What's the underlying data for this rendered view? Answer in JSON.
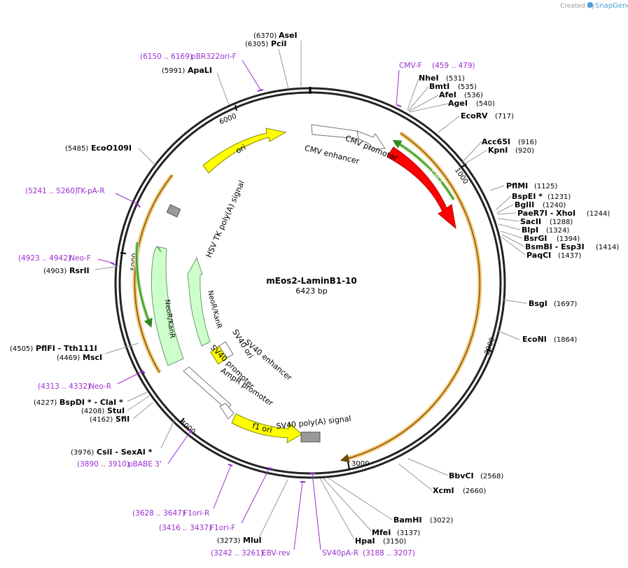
{
  "credit": {
    "prefix": "Created by",
    "brand": "SnapGene"
  },
  "plasmid": {
    "name": "mEos2-LaminB1-10",
    "length": "6423 bp"
  },
  "ticks": [
    "1000",
    "2000",
    "3000",
    "4000",
    "5000",
    "6000"
  ],
  "sites": [
    {
      "name": "AseI",
      "pos": "(6370)"
    },
    {
      "name": "PciI",
      "pos": "(6305)"
    },
    {
      "name": "ApaLI",
      "pos": "(5991)"
    },
    {
      "name": "EcoO109I",
      "pos": "(5485)"
    },
    {
      "name": "RsrII",
      "pos": "(4903)"
    },
    {
      "name": "PflFI - Tth111I",
      "pos": "(4505)"
    },
    {
      "name": "MscI",
      "pos": "(4469)"
    },
    {
      "name": "BspDI * - ClaI *",
      "pos": "(4227)"
    },
    {
      "name": "StuI",
      "pos": "(4208)"
    },
    {
      "name": "SfiI",
      "pos": "(4162)"
    },
    {
      "name": "CsiI - SexAI *",
      "pos": "(3976)"
    },
    {
      "name": "MluI",
      "pos": "(3273)"
    },
    {
      "name": "HpaI",
      "pos": "(3150)"
    },
    {
      "name": "MfeI",
      "pos": "(3137)"
    },
    {
      "name": "BamHI",
      "pos": "(3022)"
    },
    {
      "name": "XcmI",
      "pos": "(2660)"
    },
    {
      "name": "BbvCI",
      "pos": "(2568)"
    },
    {
      "name": "EcoNI",
      "pos": "(1864)"
    },
    {
      "name": "BsgI",
      "pos": "(1697)"
    },
    {
      "name": "PaqCI",
      "pos": "(1437)"
    },
    {
      "name": "BsmBI - Esp3I",
      "pos": "(1414)"
    },
    {
      "name": "BsrGI",
      "pos": "(1394)"
    },
    {
      "name": "BlpI",
      "pos": "(1324)"
    },
    {
      "name": "SacII",
      "pos": "(1288)"
    },
    {
      "name": "PaeR7I - XhoI",
      "pos": "(1244)"
    },
    {
      "name": "BglII",
      "pos": "(1240)"
    },
    {
      "name": "BspEI *",
      "pos": "(1231)"
    },
    {
      "name": "PflMI",
      "pos": "(1125)"
    },
    {
      "name": "KpnI",
      "pos": "(920)"
    },
    {
      "name": "Acc65I",
      "pos": "(916)"
    },
    {
      "name": "EcoRV",
      "pos": "(717)"
    },
    {
      "name": "AgeI",
      "pos": "(540)"
    },
    {
      "name": "AfeI",
      "pos": "(536)"
    },
    {
      "name": "BmtI",
      "pos": "(535)"
    },
    {
      "name": "NheI",
      "pos": "(531)"
    }
  ],
  "primers": [
    {
      "name": "pBR322ori-F",
      "range": "(6150 .. 6169)"
    },
    {
      "name": "CMV-F",
      "range": "(459 .. 479)"
    },
    {
      "name": "TK-pA-R",
      "range": "(5241 .. 5260)"
    },
    {
      "name": "Neo-F",
      "range": "(4923 .. 4942)"
    },
    {
      "name": "Neo-R",
      "range": "(4313 .. 4332)"
    },
    {
      "name": "pBABE 3'",
      "range": "(3890 .. 3910)"
    },
    {
      "name": "F1ori-R",
      "range": "(3628 .. 3647)"
    },
    {
      "name": "F1ori-F",
      "range": "(3416 .. 3437)"
    },
    {
      "name": "EBV-rev",
      "range": "(3242 .. 3261)"
    },
    {
      "name": "SV40pA-R",
      "range": "(3188 .. 3207)"
    }
  ],
  "features": [
    {
      "name": "CMV enhancer",
      "color": "#ffffff"
    },
    {
      "name": "CMV promoter",
      "color": "#ffffff"
    },
    {
      "name": "mEos2",
      "color": "#ff0000"
    },
    {
      "name": "ori",
      "color": "#ffff00"
    },
    {
      "name": "HSV TK poly(A) signal",
      "color": "#999999"
    },
    {
      "name": "NeoR/KanR",
      "color": "#ccffcc"
    },
    {
      "name": "NeoR/KanR",
      "color": "#ccffcc"
    },
    {
      "name": "SV40 ori",
      "color": "#ffff00"
    },
    {
      "name": "SV40 enhancer",
      "color": "#ffffff"
    },
    {
      "name": "SV40 promoter",
      "color": "#ffffff"
    },
    {
      "name": "AmpR promoter",
      "color": "#ffffff"
    },
    {
      "name": "f1 ori",
      "color": "#ffff00"
    },
    {
      "name": "SV40 poly(A) signal",
      "color": "#999999"
    }
  ],
  "colors": {
    "primer": "#9b2fd0",
    "orf": "#f5a623",
    "orf_inner": "#2a8a1a"
  }
}
